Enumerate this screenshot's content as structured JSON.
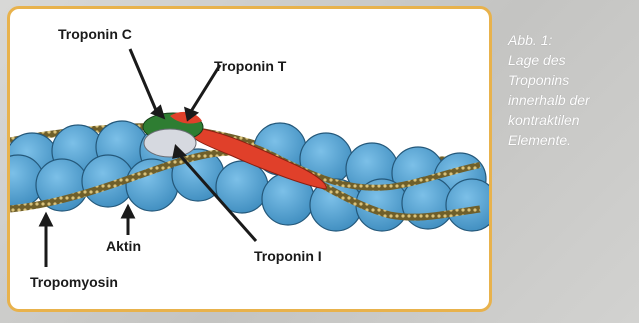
{
  "diagram": {
    "labels": {
      "troponin_c": "Troponin C",
      "troponin_t": "Troponin T",
      "troponin_i": "Troponin I",
      "aktin": "Aktin",
      "tropomyosin": "Tropomyosin"
    },
    "colors": {
      "frame": "#e8b24c",
      "actin": "#5aa4d0",
      "tropomyosin": "#8b7a3a",
      "troponin_c": "#2e7d32",
      "troponin_t": "#e0402a",
      "troponin_i": "#d6d9e0"
    }
  },
  "caption": {
    "lines": [
      "Abb. 1:",
      "Lage des",
      "Troponins",
      "innerhalb der",
      "kontraktilen",
      "Elemente."
    ]
  }
}
